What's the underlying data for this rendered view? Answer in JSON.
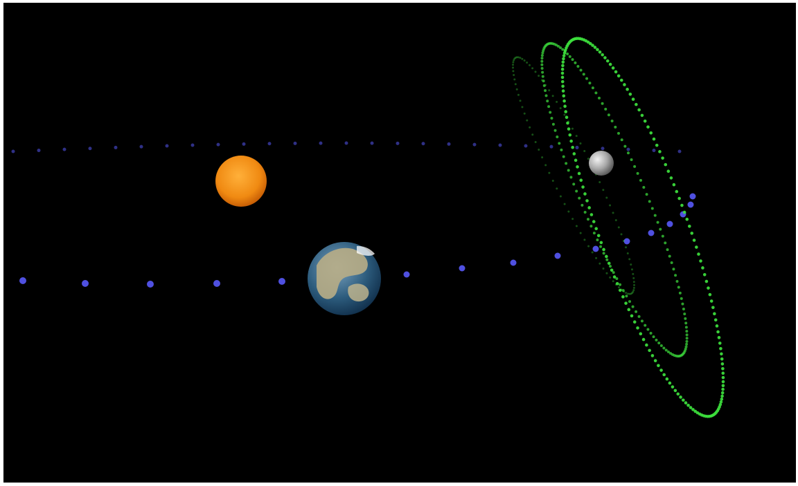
{
  "scene": {
    "description_free": true,
    "background_color": "#000000",
    "frame_color": "#ffffff",
    "bodies": [
      {
        "name": "sun",
        "colors": [
          "#ffb03a",
          "#f08a12",
          "#c85f05"
        ]
      },
      {
        "name": "earth",
        "colors": [
          "#7aa2bf",
          "#2c5b7c",
          "#0f2d49"
        ],
        "land_color": "#b8ad86"
      },
      {
        "name": "moon",
        "colors": [
          "#f2f2f2",
          "#a9a9a9",
          "#555555"
        ]
      }
    ],
    "orbit_dot_color": "#4f50e0",
    "trajectory_color": "#3ee63e"
  }
}
